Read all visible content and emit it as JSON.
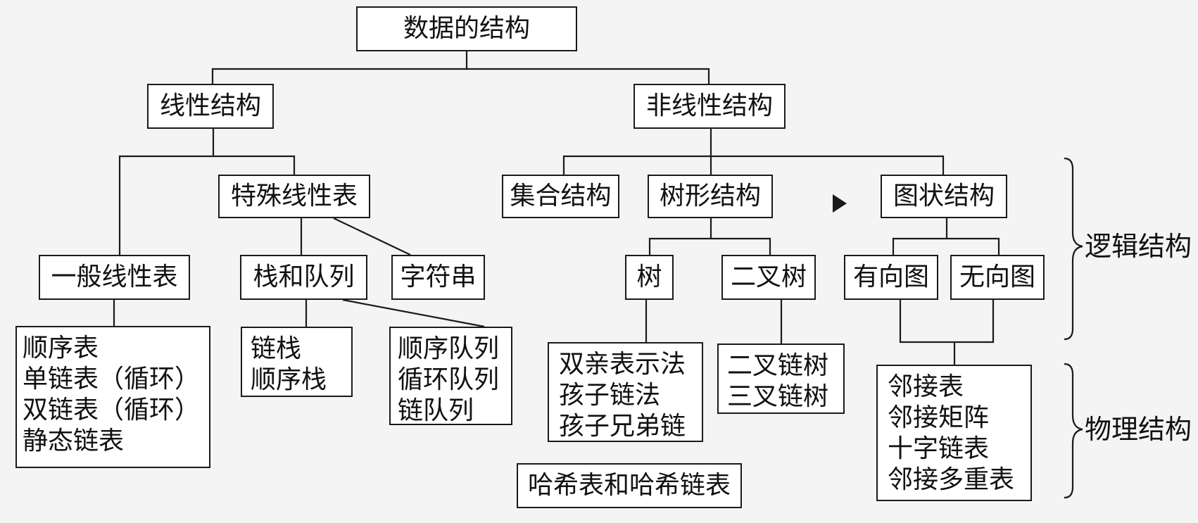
{
  "root": "数据的结构",
  "linear": {
    "title": "线性结构",
    "general": "一般线性表",
    "general_impl": [
      "顺序表",
      "单链表（循环）",
      "双链表（循环）",
      "静态链表"
    ],
    "special": "特殊线性表",
    "stack_queue": "栈和队列",
    "stack_impl": [
      "链栈",
      "顺序栈"
    ],
    "queue_impl": [
      "顺序队列",
      "循环队列",
      "链队列"
    ],
    "string": "字符串"
  },
  "nonlinear": {
    "title": "非线性结构",
    "set": "集合结构",
    "tree": "树形结构",
    "tree_plain": "树",
    "tree_plain_impl": [
      "双亲表示法",
      "孩子链法",
      "孩子兄弟链"
    ],
    "binary_tree": "二叉树",
    "binary_tree_impl": [
      "二叉链树",
      "三叉链树"
    ],
    "graph": "图状结构",
    "directed": "有向图",
    "undirected": "无向图",
    "graph_impl": [
      "邻接表",
      "邻接矩阵",
      "十字链表",
      "邻接多重表"
    ]
  },
  "hash": "哈希表和哈希链表",
  "labels": {
    "logical": "逻辑结构",
    "physical": "物理结构"
  }
}
